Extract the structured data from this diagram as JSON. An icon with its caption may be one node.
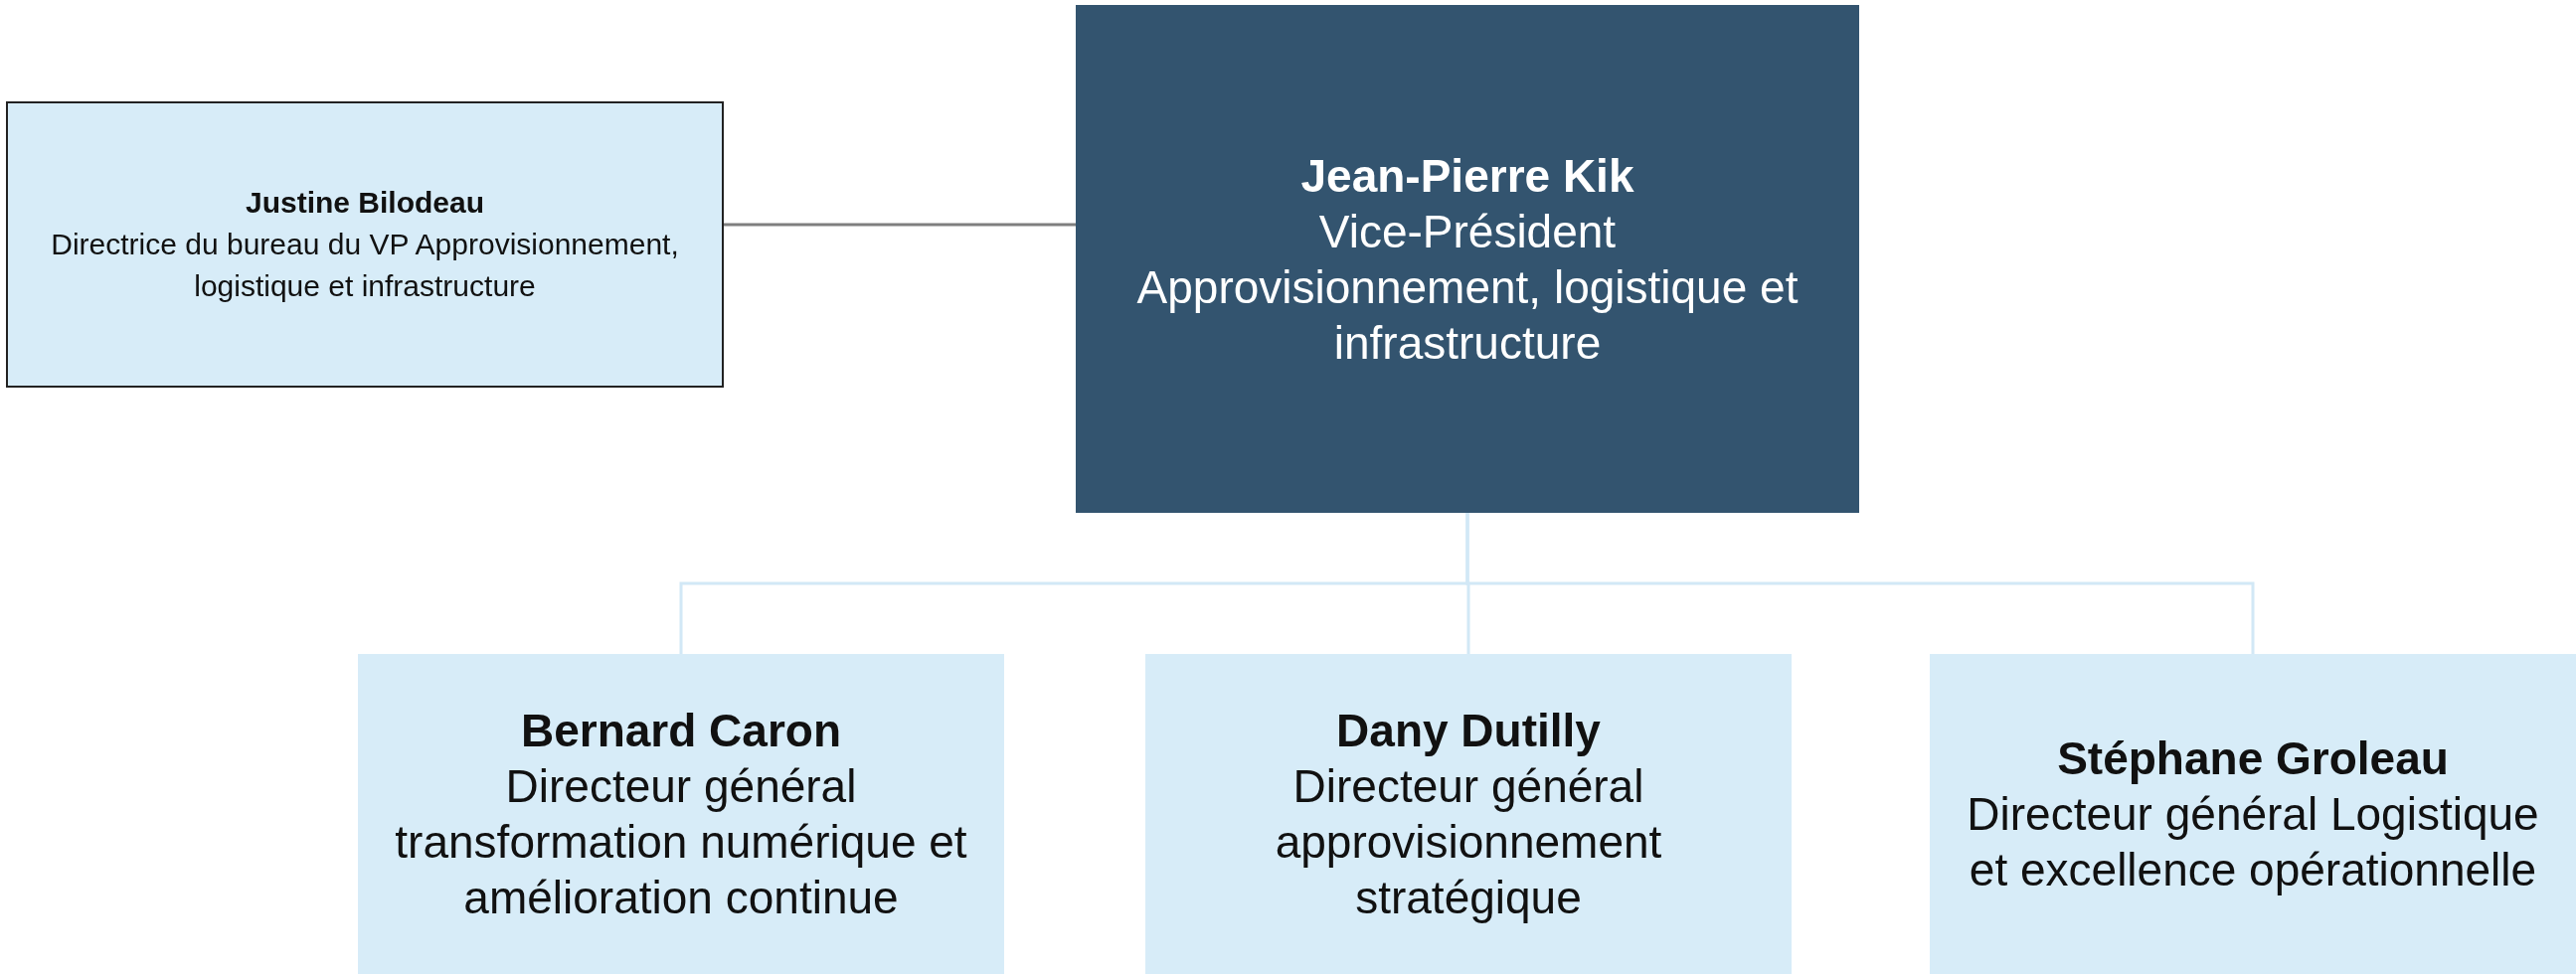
{
  "diagram": {
    "nodes": [
      {
        "text": [
          "Justine Bilodeau",
          "Directrice du bureau du VP Approvisionnement, logistique et infrastructure"
        ]
      },
      {
        "text": [
          "Jean-Pierre Kik",
          "Vice-Président Approvisionnement, logistique et infrastructure"
        ]
      },
      {
        "text": [
          "Bernard Caron",
          "Directeur général transformation numérique et amélioration continue"
        ]
      },
      {
        "text": [
          "Dany Dutilly",
          "Directeur général approvisionnement stratégique"
        ]
      },
      {
        "text": [
          "Stéphane Groleau",
          "Directeur général Logistique et excellence opérationnelle"
        ]
      }
    ],
    "edges": [
      {
        "from": 1,
        "to": 0,
        "arrow": "none",
        "color": "#7f7f7f"
      },
      {
        "from": 1,
        "to": 2,
        "arrow": "none"
      },
      {
        "from": 1,
        "to": 3,
        "arrow": "none"
      },
      {
        "from": 1,
        "to": 4,
        "arrow": "none"
      }
    ]
  }
}
